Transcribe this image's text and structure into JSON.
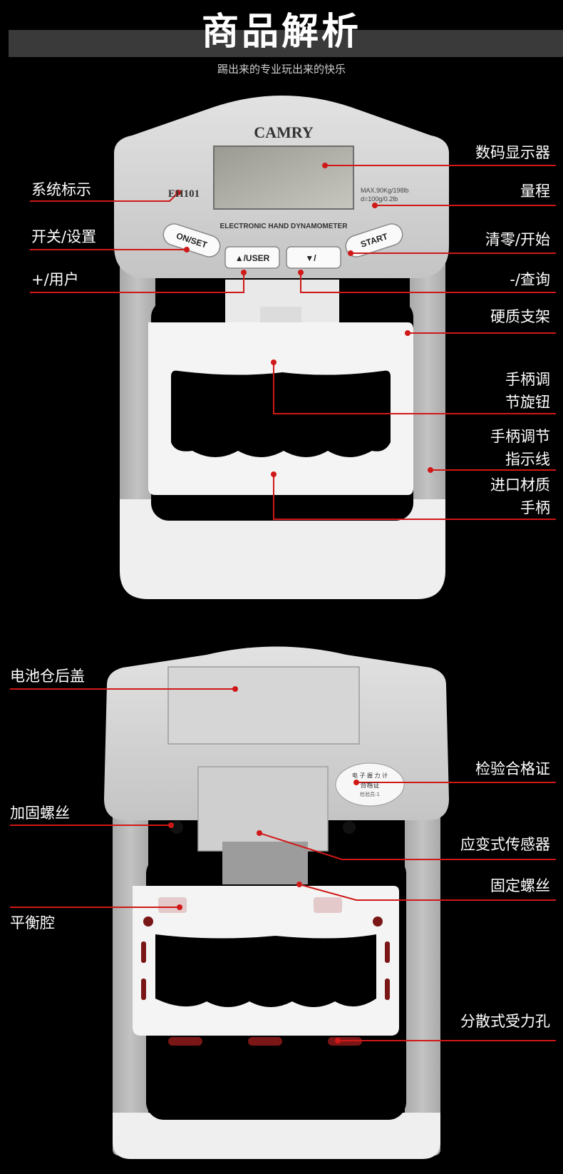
{
  "header": {
    "title": "商品解析",
    "subtitle": "踢出来的专业玩出来的快乐"
  },
  "device_front": {
    "brand": "CAMRY",
    "model": "EH101",
    "spec_line1": "MAX.90Kg/198lb",
    "spec_line2": "d=100g/0.2lb",
    "subtitle": "ELECTRONIC HAND DYNAMOMETER",
    "btn_on_set": "ON/SET",
    "btn_user": "▲/USER",
    "btn_down": "▼/",
    "btn_start": "START"
  },
  "device_back": {
    "sticker_line1": "电 子 握 力 计",
    "sticker_line2": "合格证",
    "sticker_line3": "检验员:1"
  },
  "callouts_front": {
    "display": "数码显示器",
    "range": "量程",
    "system_label": "系统标示",
    "on_set": "开关/设置",
    "clear_start": "清零/开始",
    "plus_user": "+/用户",
    "minus_query": "-/查询",
    "frame": "硬质支架",
    "knob_1": "手柄调",
    "knob_2": "节旋钮",
    "indicator_1": "手柄调节",
    "indicator_2": "指示线",
    "handle_1": "进口材质",
    "handle_2": "手柄"
  },
  "callouts_back": {
    "battery_cover": "电池仓后盖",
    "certificate": "检验合格证",
    "screw": "加固螺丝",
    "sensor": "应变式传感器",
    "fix_screw": "固定螺丝",
    "balance": "平衡腔",
    "holes": "分散式受力孔"
  },
  "colors": {
    "accent": "#d01818",
    "body_gray": "#b9b9b9",
    "shell_white": "#ececec"
  }
}
